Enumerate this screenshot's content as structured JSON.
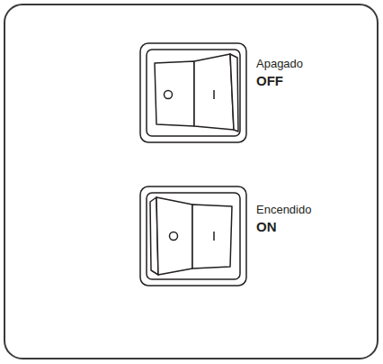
{
  "diagram": {
    "labels": [
      "Apagado",
      "OFF",
      "Encendido",
      "ON"
    ]
  }
}
